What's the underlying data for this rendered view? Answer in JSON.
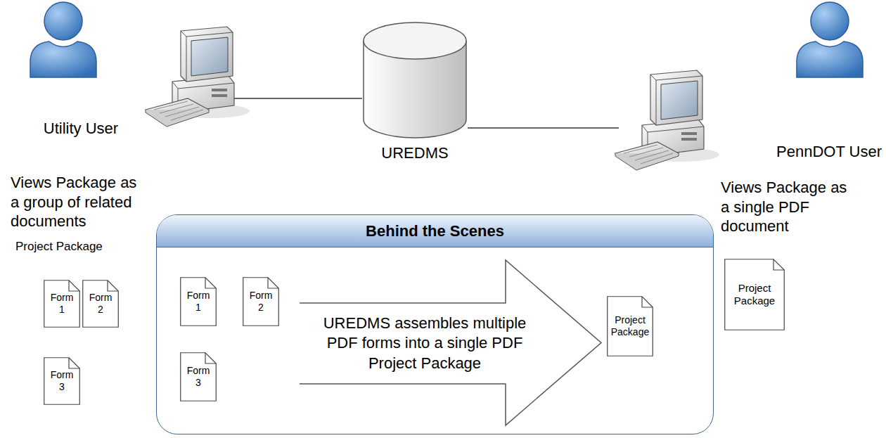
{
  "diagram": {
    "nodes": [
      {
        "text": [
          "Utility User"
        ]
      },
      {
        "text": [
          "UREDMS"
        ]
      },
      {
        "text": [
          "PennDOT User"
        ]
      },
      {
        "text": [
          "Form 1"
        ]
      },
      {
        "text": [
          "Form 2"
        ]
      },
      {
        "text": [
          "Form 3"
        ]
      },
      {
        "text": [
          "Behind the Scenes"
        ]
      },
      {
        "text": [
          "Form 1"
        ],
        "in": 6
      },
      {
        "text": [
          "Form 2"
        ],
        "in": 6
      },
      {
        "text": [
          "Form 3"
        ],
        "in": 6
      },
      {
        "text": [
          "UREDMS assembles multiple PDF forms into a single PDF Project Package"
        ],
        "in": 6
      },
      {
        "text": [
          "Project Package"
        ],
        "in": 6
      },
      {
        "text": [
          "Project Package"
        ]
      }
    ],
    "labels": [
      "Views Package as a group of related documents",
      "Project Package",
      "Views Package as a single PDF document"
    ]
  }
}
